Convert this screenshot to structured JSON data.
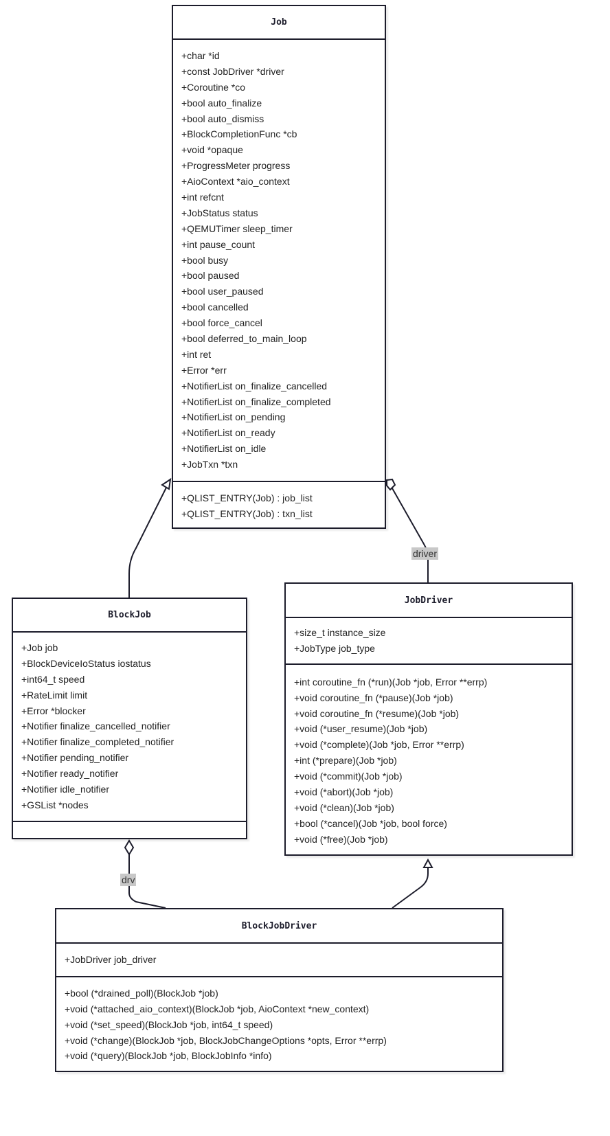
{
  "classes": [
    {
      "id": "job",
      "name": "Job",
      "attributes": [
        "+char *id",
        "+const JobDriver *driver",
        "+Coroutine *co",
        "+bool auto_finalize",
        "+bool auto_dismiss",
        "+BlockCompletionFunc *cb",
        "+void *opaque",
        "+ProgressMeter progress",
        "+AioContext *aio_context",
        "+int refcnt",
        "+JobStatus status",
        "+QEMUTimer sleep_timer",
        "+int pause_count",
        "+bool busy",
        "+bool paused",
        "+bool user_paused",
        "+bool cancelled",
        "+bool force_cancel",
        "+bool deferred_to_main_loop",
        "+int ret",
        "+Error *err",
        "+NotifierList on_finalize_cancelled",
        "+NotifierList on_finalize_completed",
        "+NotifierList on_pending",
        "+NotifierList on_ready",
        "+NotifierList on_idle",
        "+JobTxn *txn"
      ],
      "methods": [
        "+QLIST_ENTRY(Job) : job_list",
        "+QLIST_ENTRY(Job) : txn_list"
      ]
    },
    {
      "id": "blockjob",
      "name": "BlockJob",
      "attributes": [
        "+Job job",
        "+BlockDeviceIoStatus iostatus",
        "+int64_t speed",
        "+RateLimit limit",
        "+Error *blocker",
        "+Notifier finalize_cancelled_notifier",
        "+Notifier finalize_completed_notifier",
        "+Notifier pending_notifier",
        "+Notifier ready_notifier",
        "+Notifier idle_notifier",
        "+GSList *nodes"
      ],
      "methods": []
    },
    {
      "id": "jobdriver",
      "name": "JobDriver",
      "attributes": [
        "+size_t instance_size",
        "+JobType job_type"
      ],
      "methods": [
        "+int coroutine_fn (*run)(Job *job, Error **errp)",
        "+void coroutine_fn (*pause)(Job *job)",
        "+void coroutine_fn (*resume)(Job *job)",
        "+void (*user_resume)(Job *job)",
        "+void (*complete)(Job *job, Error **errp)",
        "+int (*prepare)(Job *job)",
        "+void (*commit)(Job *job)",
        "+void (*abort)(Job *job)",
        "+void (*clean)(Job *job)",
        "+bool (*cancel)(Job *job, bool force)",
        "+void (*free)(Job *job)"
      ]
    },
    {
      "id": "blockjobdriver",
      "name": "BlockJobDriver",
      "attributes": [
        "+JobDriver job_driver"
      ],
      "methods": [
        "+bool (*drained_poll)(BlockJob *job)",
        "+void (*attached_aio_context)(BlockJob *job, AioContext *new_context)",
        "+void (*set_speed)(BlockJob *job, int64_t speed)",
        "+void (*change)(BlockJob *job, BlockJobChangeOptions *opts, Error **errp)",
        "+void (*query)(BlockJob *job, BlockJobInfo *info)"
      ]
    }
  ],
  "relations": [
    {
      "type": "inheritance",
      "from": "BlockJob",
      "to": "Job",
      "label": ""
    },
    {
      "type": "aggregation",
      "from": "Job",
      "to": "JobDriver",
      "label": "driver"
    },
    {
      "type": "aggregation",
      "from": "BlockJob",
      "to": "BlockJobDriver",
      "label": "drv"
    },
    {
      "type": "inheritance",
      "from": "BlockJobDriver",
      "to": "JobDriver",
      "label": ""
    }
  ]
}
